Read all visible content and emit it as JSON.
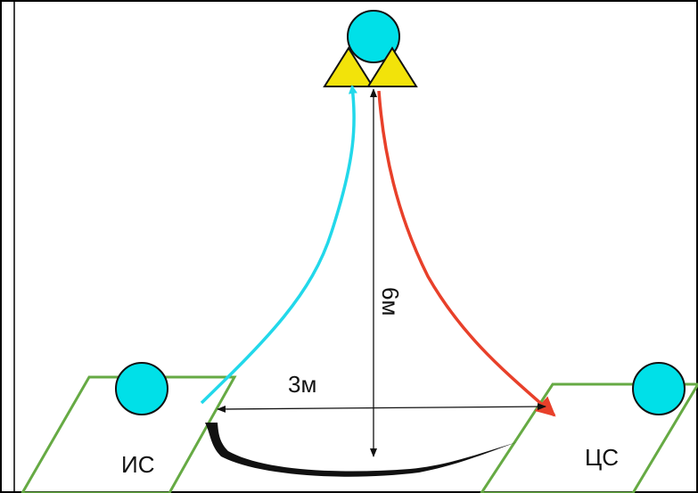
{
  "labels": {
    "left_zone": "ИС",
    "right_zone": "ЦС",
    "horizontal_distance": "3м",
    "vertical_distance": "6м"
  },
  "colors": {
    "zone_outline": "#66aa44",
    "player_fill": "#00e0e8",
    "cone_fill": "#f2e30a",
    "pass_up": "#22d8ea",
    "pass_down": "#e8402a",
    "measure": "#111111",
    "curve": "#111111",
    "frame": "#000000"
  },
  "icons": {
    "player": "circle",
    "cone": "triangle"
  }
}
